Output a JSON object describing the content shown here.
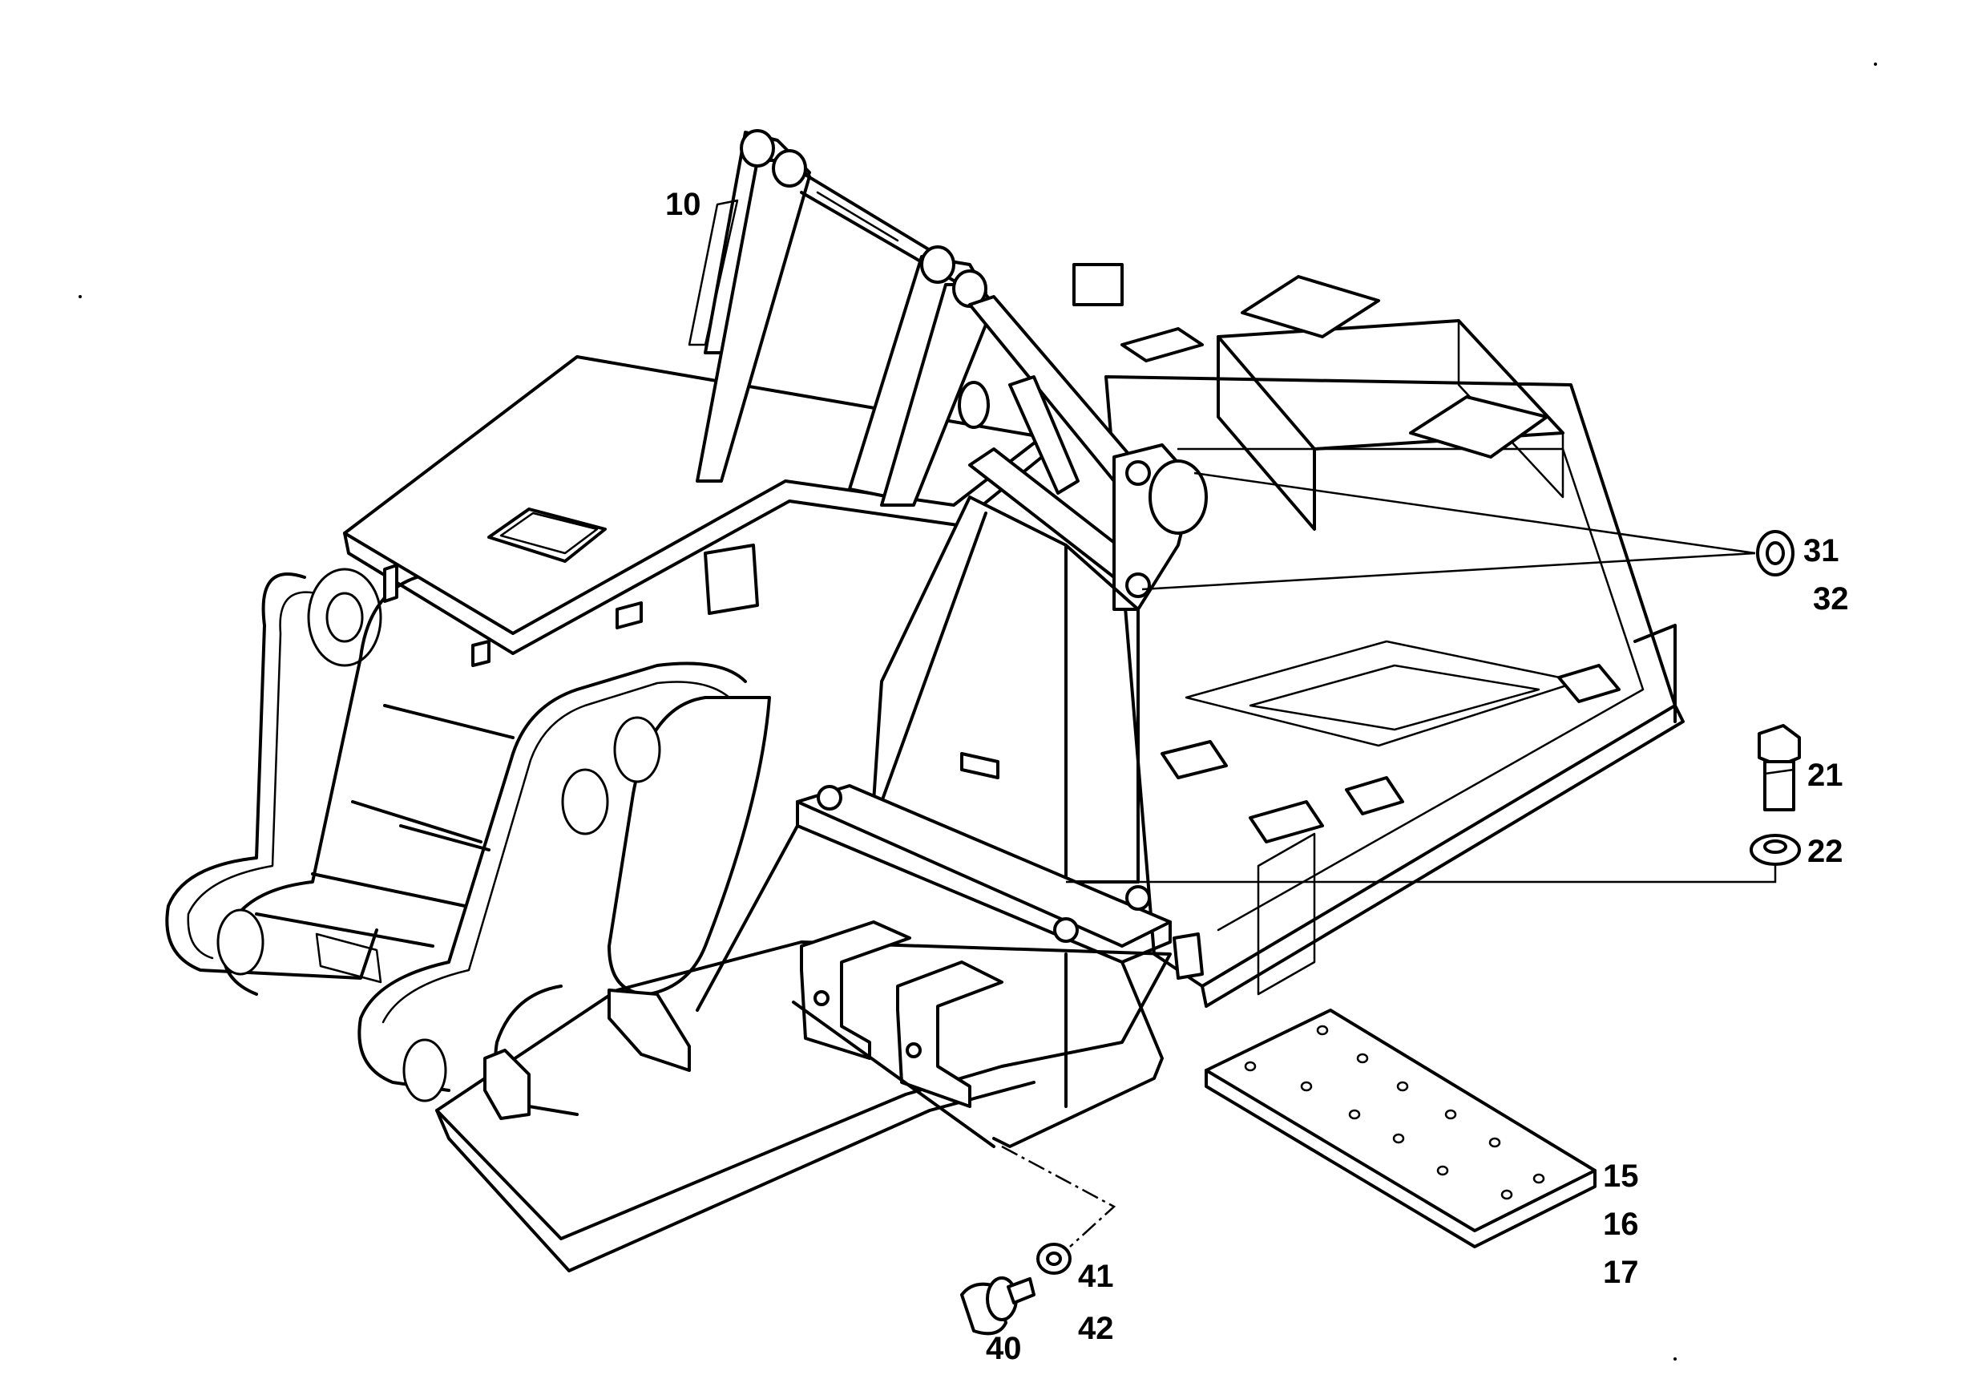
{
  "diagram": {
    "callouts": {
      "c10": "10",
      "c31": "31",
      "c32": "32",
      "c21": "21",
      "c22": "22",
      "c15": "15",
      "c16": "16",
      "c17": "17",
      "c40": "40",
      "c41": "41",
      "c42": "42"
    }
  }
}
